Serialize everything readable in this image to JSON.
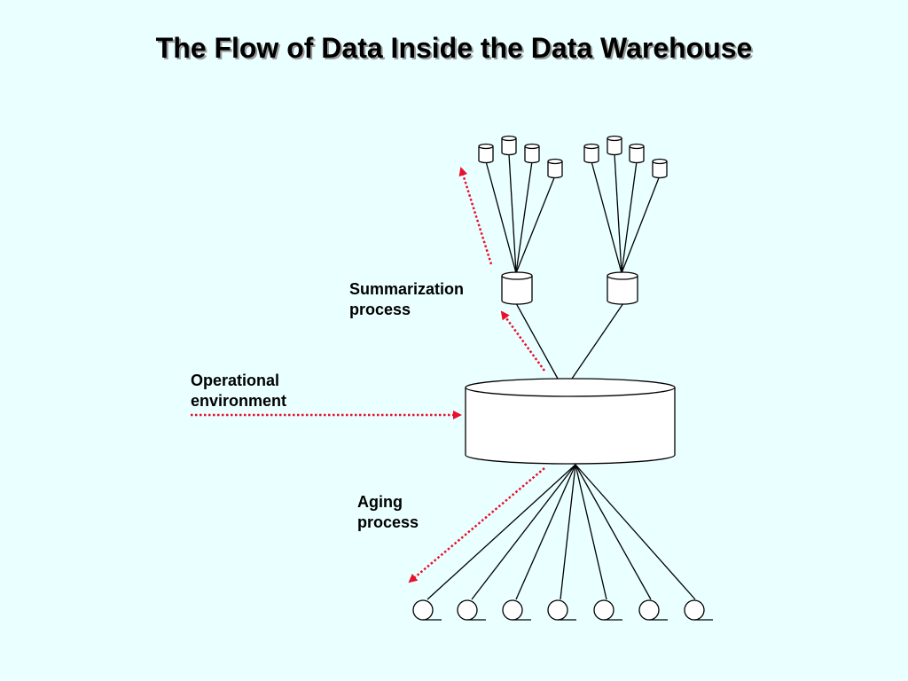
{
  "title": "The Flow of Data Inside the Data Warehouse",
  "labels": {
    "summarization": [
      "Summarization",
      "process"
    ],
    "operational": [
      "Operational",
      "environment"
    ],
    "aging": [
      "Aging",
      "process"
    ]
  },
  "colors": {
    "background": "#eaffff",
    "arrow": "#e8102a",
    "stroke": "#000000",
    "fill": "#ffffff"
  }
}
